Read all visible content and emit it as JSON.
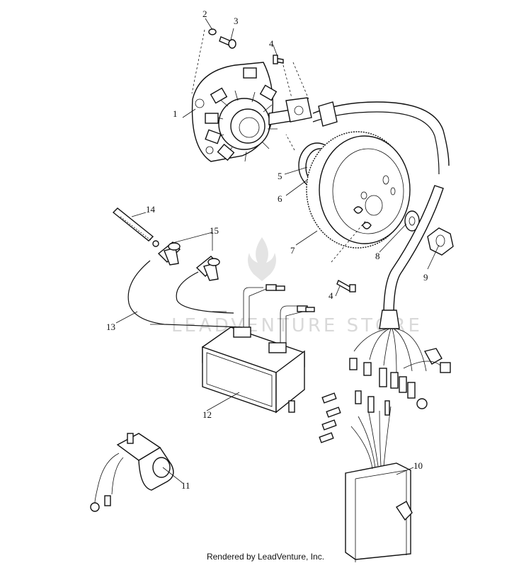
{
  "watermark": "LEADVENTURE STORE",
  "credit": "Rendered by LeadVenture, Inc.",
  "callouts": {
    "c1": "1",
    "c2": "2",
    "c3": "3",
    "c4a": "4",
    "c4b": "4",
    "c5": "5",
    "c6": "6",
    "c7": "7",
    "c8": "8",
    "c9": "9",
    "c10": "10",
    "c11": "11",
    "c12": "12",
    "c13": "13",
    "c14": "14",
    "c15": "15"
  }
}
